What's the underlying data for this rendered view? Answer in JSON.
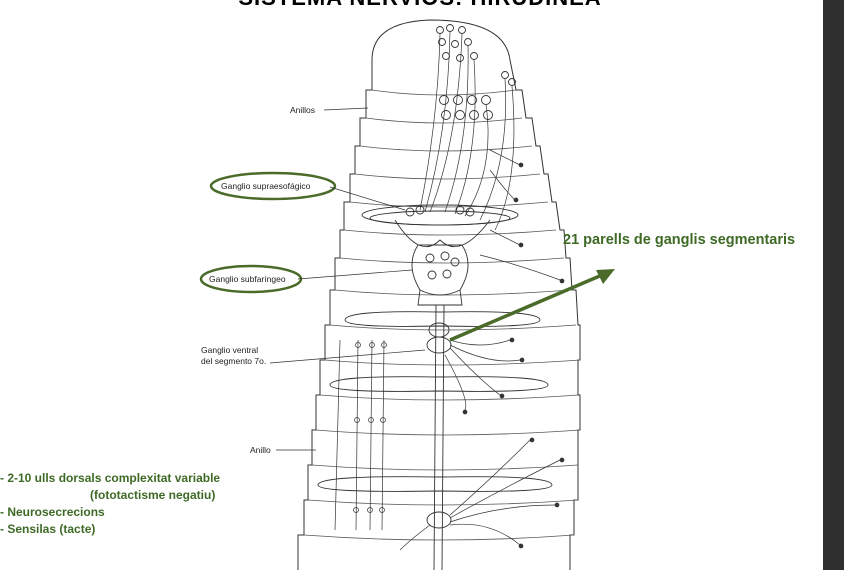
{
  "slide": {
    "title": "SISTEMA NERVIÓS: HIRUDINEA",
    "callout": "21 parells de ganglis segmentaris",
    "notes": [
      "- 2-10 ulls dorsals complexitat variable",
      "(fototactisme negatiu)",
      "- Neurosecrecions",
      "- Sensilas  (tacte)"
    ]
  },
  "diagram": {
    "labels": {
      "anillos": "Anillos",
      "supraesofagico": "Ganglio supraesofágico",
      "subfaringeo": "Ganglio subfaríngeo",
      "ventral_line1": "Ganglio ventral",
      "ventral_line2": "del segmento 7o.",
      "anillo": "Anillo"
    }
  },
  "colors": {
    "accent_green": "#3e6a25",
    "ellipse_green": "#4a6b2a",
    "side_bar": "#2f2f2f"
  }
}
